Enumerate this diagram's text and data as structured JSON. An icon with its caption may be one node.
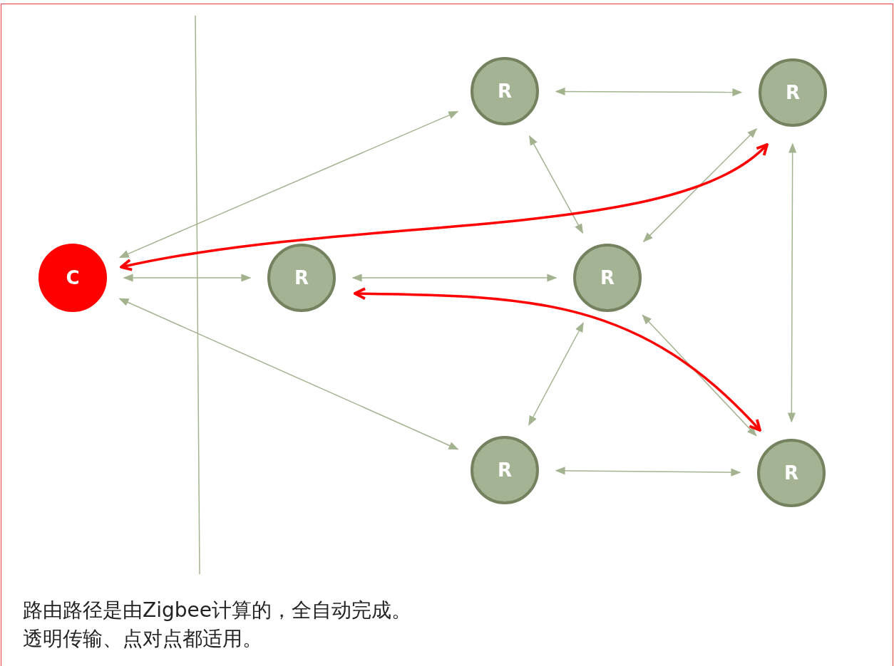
{
  "diagram": {
    "nodes": [
      {
        "text": [
          "C"
        ]
      },
      {
        "text": [
          "R"
        ]
      },
      {
        "text": [
          "R"
        ]
      },
      {
        "text": [
          "R"
        ]
      },
      {
        "text": [
          "R"
        ]
      },
      {
        "text": [
          "R"
        ]
      },
      {
        "text": [
          "R"
        ]
      }
    ],
    "edges": [
      {
        "from": 0,
        "to": 2,
        "arrow": "both"
      },
      {
        "from": 0,
        "to": 1,
        "arrow": "both"
      },
      {
        "from": 0,
        "to": 5,
        "arrow": "both"
      },
      {
        "from": 1,
        "to": 4,
        "arrow": "both"
      },
      {
        "from": 2,
        "to": 3,
        "arrow": "both"
      },
      {
        "from": 2,
        "to": 4,
        "arrow": "both"
      },
      {
        "from": 4,
        "to": 3,
        "arrow": "both"
      },
      {
        "from": 3,
        "to": 6,
        "arrow": "both"
      },
      {
        "from": 4,
        "to": 5,
        "arrow": "both"
      },
      {
        "from": 4,
        "to": 6,
        "arrow": "both"
      },
      {
        "from": 5,
        "to": 6,
        "arrow": "both"
      },
      {
        "from": 0,
        "to": 3,
        "arrow": "both",
        "style": "thick",
        "color": "#ff0000"
      },
      {
        "from": 1,
        "to": 6,
        "arrow": "both",
        "style": "thick",
        "color": "#ff0000"
      }
    ],
    "labels": [
      "路由路径是由Zigbee计算的，全自动完成。",
      "透明传输、点对点都适用。"
    ]
  }
}
